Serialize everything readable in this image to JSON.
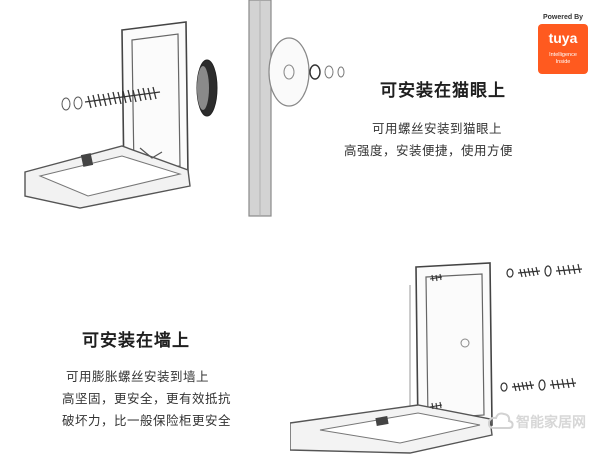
{
  "badge": {
    "powered_by": "Powered By",
    "brand": "tuya",
    "sub_line1": "Intelligence",
    "sub_line2": "Inside"
  },
  "section1": {
    "title": "可安装在猫眼上",
    "line1": "可用螺丝安装到猫眼上",
    "line2": "高强度，安装便捷，使用方便"
  },
  "section2": {
    "title": "可安装在墙上",
    "line1": "可用膨胀螺丝安装到墙上",
    "line2": "高坚固，更安全，更有效抵抗",
    "line3": "破坏力，比一般保险柜更安全"
  },
  "watermark": "智能家居网",
  "colors": {
    "line": "#555555",
    "light_line": "#9a9a9a",
    "wall": "#cfcfcf",
    "brand": "#ff5a1f"
  },
  "icons": {
    "badge": "tuya-logo-badge",
    "watermark": "cloud-watermark-logo"
  }
}
